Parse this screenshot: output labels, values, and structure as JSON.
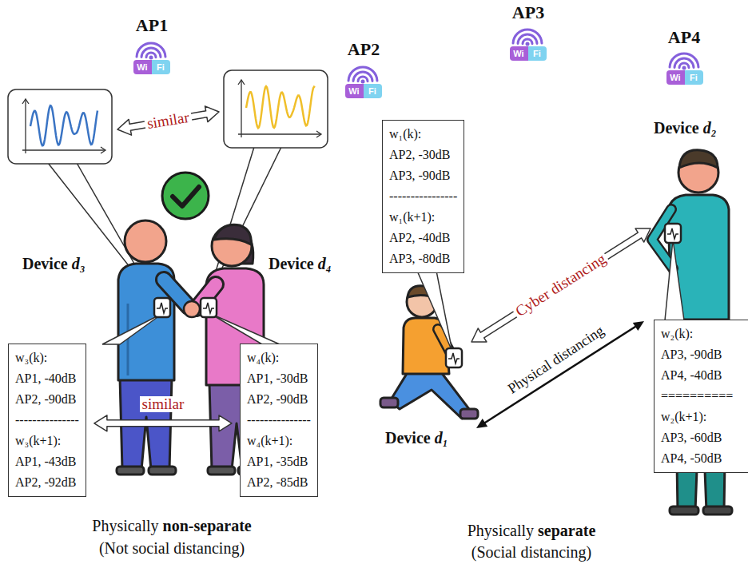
{
  "diagram": {
    "nodes": [
      {
        "text": [
          "w₃(k):",
          "AP1, -40dB",
          "AP2, -90dB",
          "---------------",
          "w₃(k+1):",
          "AP1, -43dB",
          "AP2, -92dB"
        ]
      },
      {
        "text": [
          "w₄(k):",
          "AP1, -30dB",
          "AP2, -90dB",
          "---------------",
          "w₄(k+1):",
          "AP1, -35dB",
          "AP2, -85dB"
        ]
      },
      {
        "text": [
          "w₁(k):",
          "AP2, -30dB",
          "AP3, -90dB",
          "----------------",
          "w₁(k+1):",
          "AP2, -40dB",
          "AP3, -80dB"
        ]
      },
      {
        "text": [
          "w₂(k):",
          "AP3, -90dB",
          "AP4, -40dB",
          "==========",
          "w₂(k+1):",
          "AP3, -60dB",
          "AP4, -50dB"
        ]
      }
    ],
    "edges": [
      {
        "from": 0,
        "to": 1,
        "label": "similar",
        "arrow": "both"
      }
    ],
    "labels": [
      "AP1",
      "AP2",
      "AP3",
      "AP4",
      "Wi",
      "Fi",
      "Wi",
      "Fi",
      "Wi",
      "Fi",
      "Wi",
      "Fi",
      "similar",
      "Device",
      "d₃",
      "Device",
      "d₄",
      "Device",
      "d₂",
      "Device",
      "d₁",
      "Cyber distancing",
      "Physical distancing",
      "Physically",
      "non-separate",
      "(Not social distancing)",
      "Physically",
      "separate",
      "(Social distancing)"
    ]
  }
}
